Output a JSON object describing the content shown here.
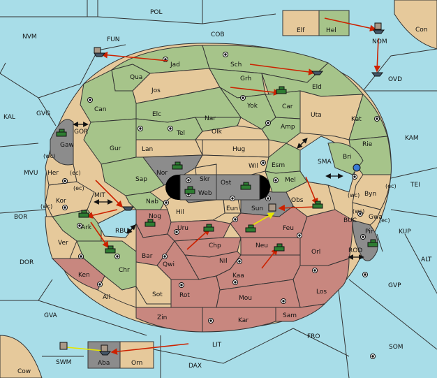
{
  "colors": {
    "sea": "#a8dde8",
    "green": "#a6c48a",
    "tan": "#e6c99b",
    "red": "#c8877f",
    "grey": "#8c8c8c",
    "black": "#000000",
    "border": "#333333",
    "arrow": "#cc2200",
    "convoy": "#ffff33"
  },
  "sea_labels": {
    "POL": "POL",
    "NVM": "NVM",
    "FUN": "FUN",
    "COB": "COB",
    "Con": "Con",
    "NOM": "NOM",
    "OVD": "OVD",
    "KAL": "KAL",
    "GVG": "GVG",
    "GOR": "GOR",
    "KAM": "KAM",
    "MVU": "MVU",
    "TEI": "TEI",
    "SMA": "SMA",
    "MIT": "MIT",
    "BOR": "BOR",
    "RBU": "RBU",
    "BUC": "BUC",
    "KUP": "KUP",
    "DOR": "DOR",
    "ROD": "ROD",
    "ALT": "ALT",
    "GVP": "GVP",
    "GVA": "GVA",
    "FRO": "FRO",
    "SOM": "SOM",
    "LIT": "LIT",
    "SWM": "SWM",
    "Cow": "Cow",
    "DAX": "DAX"
  },
  "land_labels": {
    "Elf": "Elf",
    "Hel": "Hel",
    "Jad": "Jad",
    "Sch": "Sch",
    "Qua": "Qua",
    "Jos": "Jos",
    "Grh": "Grh",
    "Eld": "Eld",
    "Can": "Can",
    "Car": "Car",
    "Yok": "Yok",
    "Elc": "Elc",
    "Nar": "Nar",
    "Uta": "Uta",
    "Kat": "Kat",
    "Gaw": "Gaw",
    "Tel": "Tel",
    "Olk": "Olk",
    "Amp": "Amp",
    "Gur": "Gur",
    "Lan": "Lan",
    "Hug": "Hug",
    "Rie": "Rie",
    "Her": "Her",
    "Nor": "Nor",
    "Skr": "Skr",
    "Wil": "Wil",
    "Esm": "Esm",
    "Bri": "Bri",
    "Sap": "Sap",
    "Web": "Web",
    "Ost": "Ost",
    "Mel": "Mel",
    "Byn": "Byn",
    "Kor": "Kor",
    "Nab": "Nab",
    "Eun": "Eun",
    "Sun": "Sun",
    "Obs": "Obs",
    "Hil": "Hil",
    "Gwa": "Gwa",
    "Ark": "Ark",
    "Nog": "Nog",
    "Uru": "Uru",
    "Feu": "Feu",
    "Pir": "Pir",
    "Ver": "Ver",
    "Chp": "Chp",
    "Neu": "Neu",
    "Orl": "Orl",
    "Bar": "Bar",
    "Qwi": "Qwi",
    "Nil": "Nil",
    "Chr": "Chr",
    "Ken": "Ken",
    "Kaa": "Kaa",
    "Los": "Los",
    "Sot": "Sot",
    "Rot": "Rot",
    "Mou": "Mou",
    "Ail": "Ail",
    "Sam": "Sam",
    "Zin": "Zin",
    "Kar": "Kar",
    "Aba": "Aba",
    "Orn": "Orn"
  },
  "coast_marks": {
    "wc": "(wc)",
    "ec": "(ec)"
  },
  "unit_icons": {
    "army": "tank-icon",
    "fleet": "ship-icon",
    "supply": "supply-center-icon"
  }
}
